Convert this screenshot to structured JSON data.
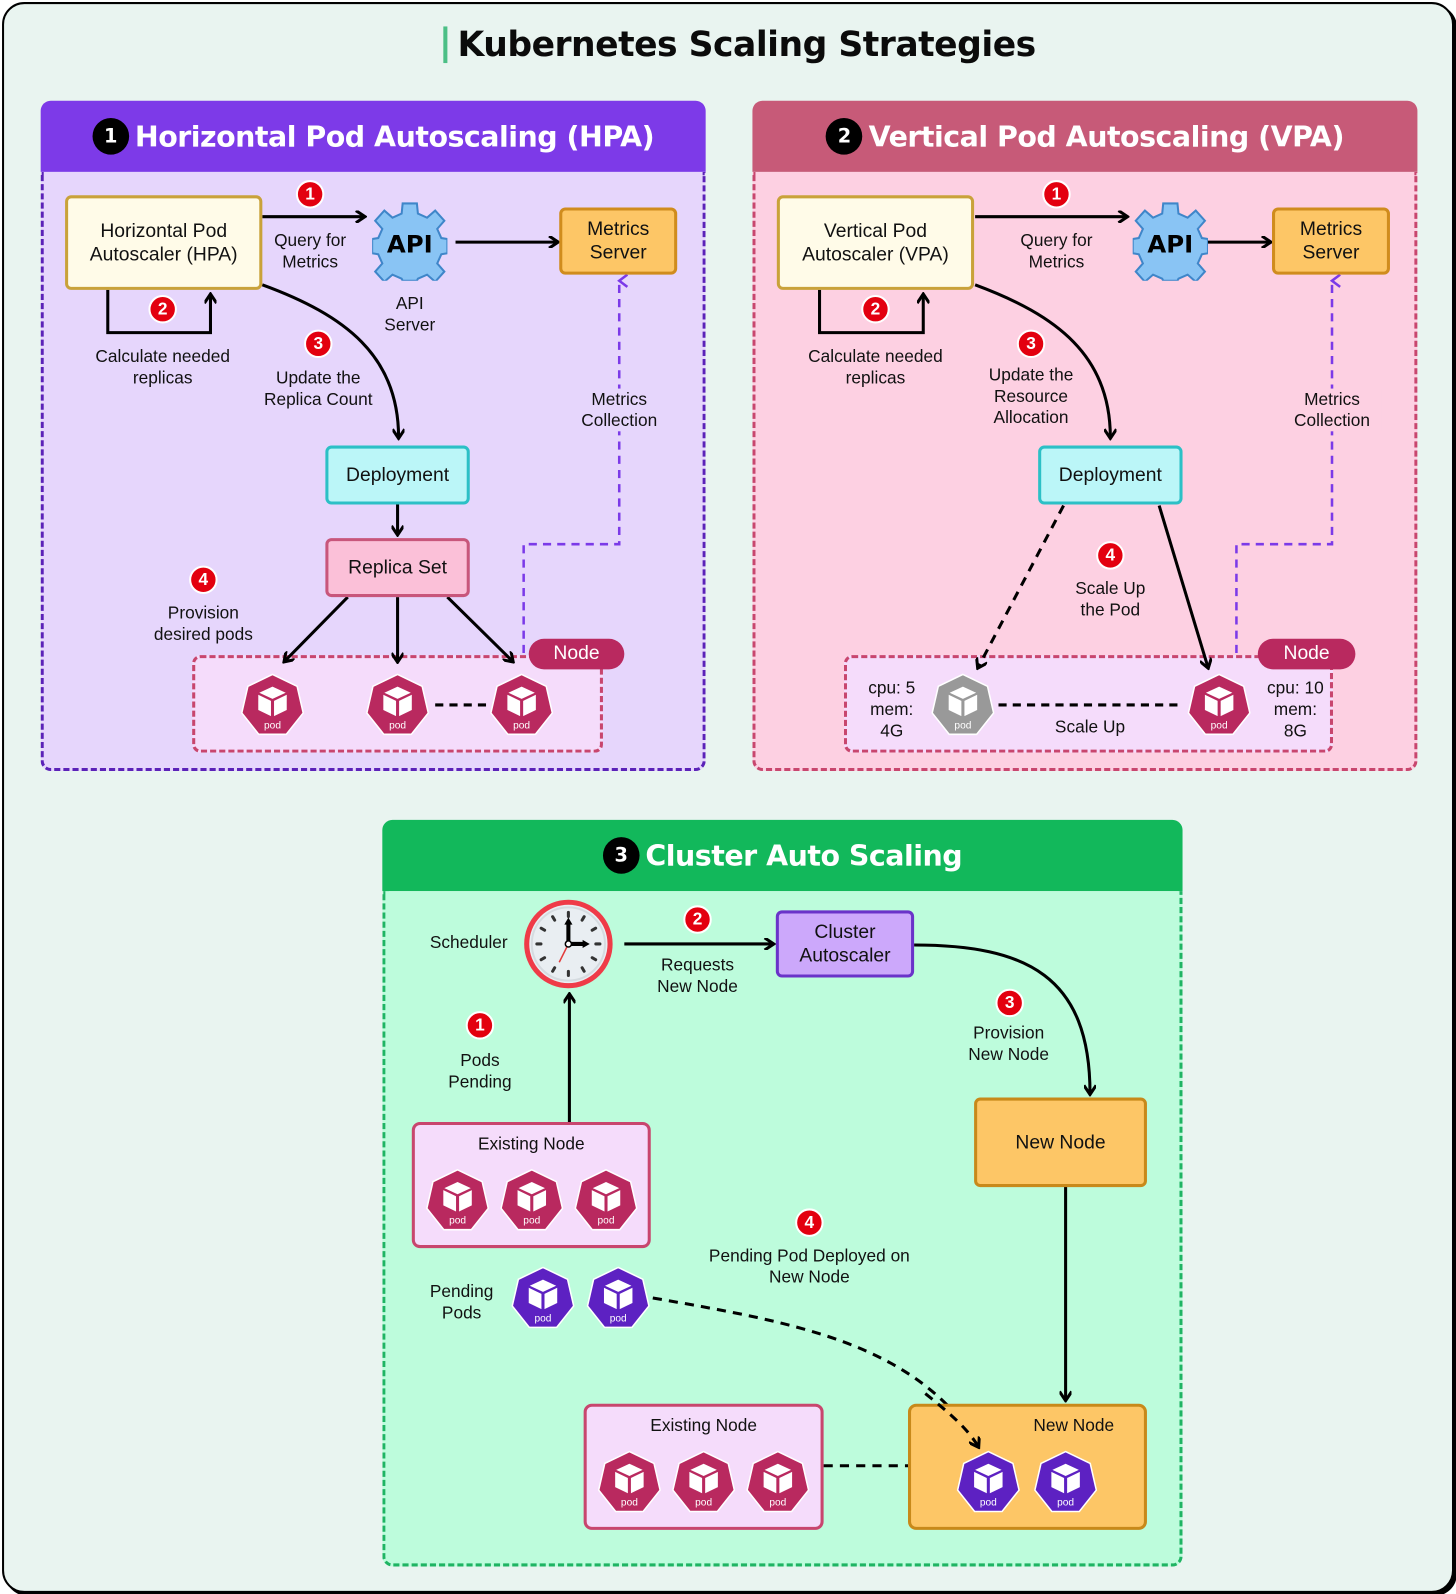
{
  "title": "Kubernetes Scaling Strategies",
  "colors": {
    "hpa_header": "#7d3ae8",
    "hpa_body": "#e6d6fc",
    "vpa_header": "#c75a78",
    "vpa_body": "#fdd0e2",
    "cluster_header": "#12b85b",
    "cluster_body": "#bdfcdc",
    "step_badge": "#e3000f",
    "pod_active": "#b9295f",
    "pod_inactive": "#999999",
    "pod_pending": "#5d21c2"
  },
  "hpa": {
    "number": "1",
    "title": "Horizontal Pod Autoscaling (HPA)",
    "autoscaler": "Horizontal Pod Autoscaler (HPA)",
    "api_icon_text": "API",
    "api_label": "API Server",
    "metrics_server": "Metrics Server",
    "deployment": "Deployment",
    "replica_set": "Replica Set",
    "node_badge": "Node",
    "pod_label": "pod",
    "steps": [
      {
        "num": "1",
        "label": "Query for Metrics"
      },
      {
        "num": "2",
        "label": "Calculate needed replicas"
      },
      {
        "num": "3",
        "label": "Update the Replica Count"
      },
      {
        "num": "4",
        "label": "Provision desired pods"
      }
    ],
    "metrics_collection": "Metrics Collection",
    "pods": [
      "pod",
      "pod",
      "pod"
    ]
  },
  "vpa": {
    "number": "2",
    "title": "Vertical Pod Autoscaling (VPA)",
    "autoscaler": "Vertical Pod Autoscaler (VPA)",
    "api_icon_text": "API",
    "metrics_server": "Metrics Server",
    "deployment": "Deployment",
    "node_badge": "Node",
    "steps": [
      {
        "num": "1",
        "label": "Query for Metrics"
      },
      {
        "num": "2",
        "label": "Calculate needed replicas"
      },
      {
        "num": "3",
        "label": "Update the Resource Allocation"
      },
      {
        "num": "4",
        "label": "Scale Up the Pod"
      }
    ],
    "metrics_collection": "Metrics Collection",
    "pod_before": {
      "label": "pod",
      "cpu": "cpu: 5",
      "mem": "mem:",
      "mem_value": "4G"
    },
    "pod_after": {
      "label": "pod",
      "cpu": "cpu: 10",
      "mem": "mem:",
      "mem_value": "8G"
    },
    "scale_up": "Scale Up"
  },
  "cluster": {
    "number": "3",
    "title": "Cluster Auto Scaling",
    "scheduler": "Scheduler",
    "cluster_autoscaler": "Cluster Autoscaler",
    "new_node": "New Node",
    "existing_node": "Existing Node",
    "pending_pods": "Pending Pods",
    "steps": [
      {
        "num": "1",
        "label": "Pods Pending"
      },
      {
        "num": "2",
        "label": "Requests New Node"
      },
      {
        "num": "3",
        "label": "Provision New Node"
      },
      {
        "num": "4",
        "label": "Pending Pod Deployed on New Node"
      }
    ],
    "pod_label": "pod"
  }
}
